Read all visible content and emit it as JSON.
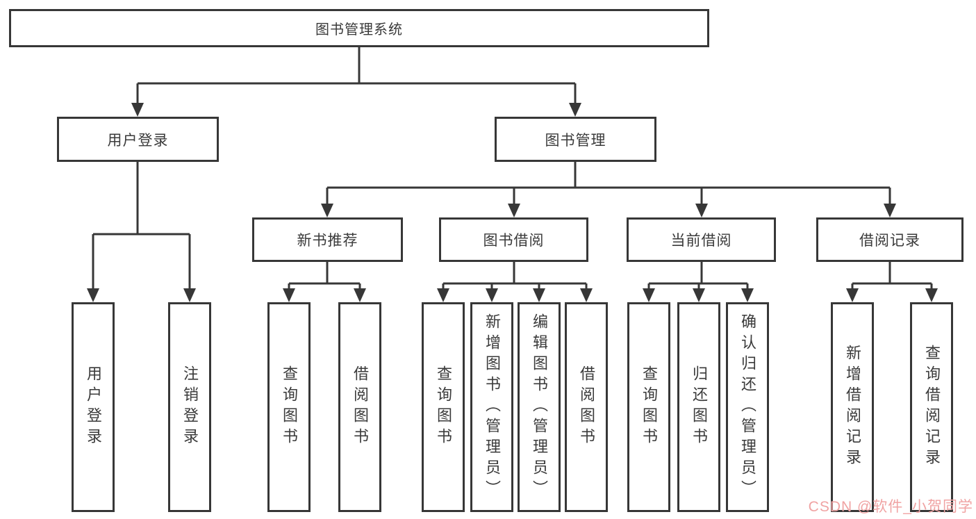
{
  "diagram": {
    "title_node": "图书管理系统",
    "level2": {
      "user_login": "用户登录",
      "book_mgmt": "图书管理"
    },
    "level3": {
      "new_book_rec": "新书推荐",
      "book_borrow": "图书借阅",
      "current_borrow": "当前借阅",
      "borrow_records": "借阅记录"
    },
    "leaves": {
      "user_login": [
        "用户登录",
        "注销登录"
      ],
      "new_book_rec": [
        "查询图书",
        "借阅图书"
      ],
      "book_borrow": [
        "查询图书",
        "新增图书（管理员）",
        "编辑图书（管理员）",
        "借阅图书"
      ],
      "current_borrow": [
        "查询图书",
        "归还图书",
        "确认归还（管理员）"
      ],
      "borrow_records": [
        "新增借阅记录",
        "查询借阅记录"
      ]
    },
    "colors": {
      "line": "#373737",
      "text": "#3a3a3a",
      "watermark": "#f0a3a3"
    }
  },
  "watermark": {
    "text": "CSDN @软件_小贺同学"
  }
}
